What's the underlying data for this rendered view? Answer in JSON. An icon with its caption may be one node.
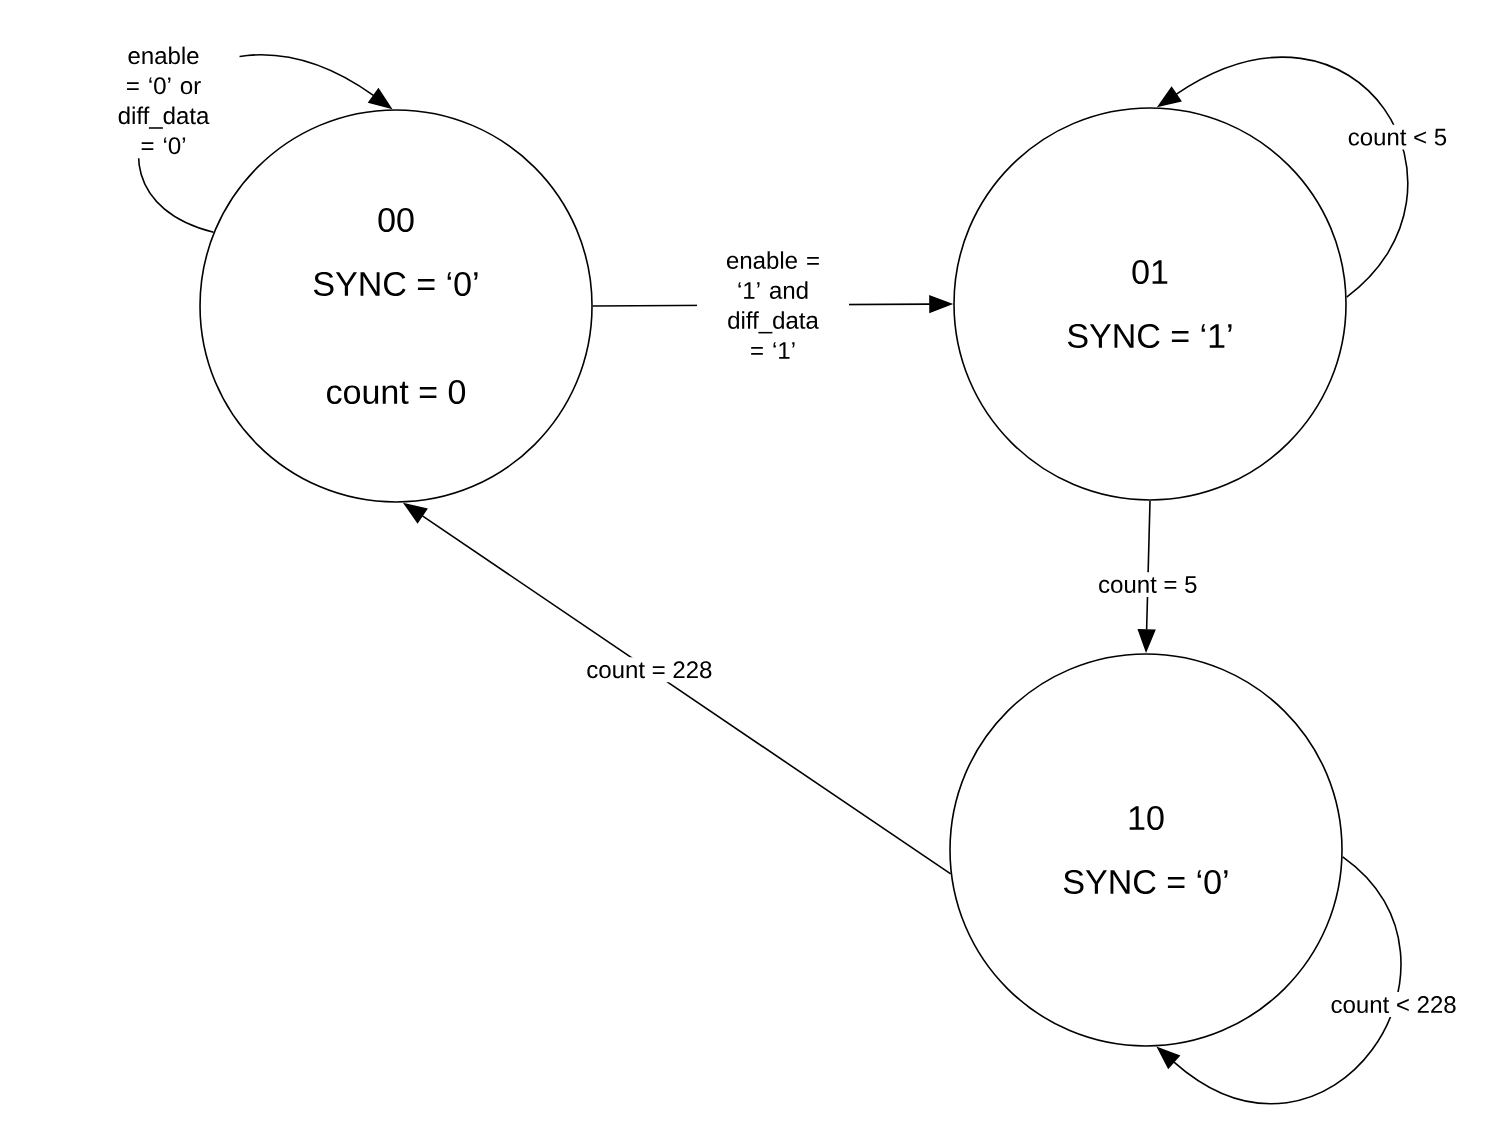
{
  "diagram": {
    "nodes": [
      {
        "text": [
          "00",
          "SYNC = ‘0’",
          "count = 0"
        ]
      },
      {
        "text": [
          "01",
          "SYNC = ‘1’"
        ]
      },
      {
        "text": [
          "10",
          "SYNC = ‘0’"
        ]
      }
    ],
    "edges": [
      {
        "from": 0,
        "to": 0,
        "arrow": "to",
        "label": "enable = ‘0’ or diff_data = ‘0’"
      },
      {
        "from": 0,
        "to": 1,
        "arrow": "to",
        "label": "enable = ‘1’ and diff_data = ‘1’"
      },
      {
        "from": 1,
        "to": 1,
        "arrow": "to",
        "label": "count < 5"
      },
      {
        "from": 1,
        "to": 2,
        "arrow": "to",
        "label": "count = 5"
      },
      {
        "from": 2,
        "to": 2,
        "arrow": "to",
        "label": "count < 228"
      },
      {
        "from": 2,
        "to": 0,
        "arrow": "to",
        "label": "count = 228"
      }
    ]
  }
}
